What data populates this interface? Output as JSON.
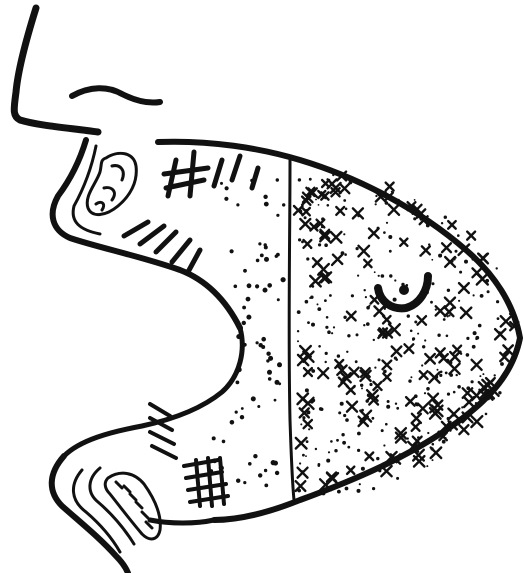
{
  "figure": {
    "background": "#ffffff",
    "ink": "#111111",
    "parts": [
      {
        "id": "face-profile",
        "kind": "outline"
      },
      {
        "id": "upper-lip",
        "kind": "lip"
      },
      {
        "id": "lower-lip",
        "kind": "lip"
      },
      {
        "id": "upper-teeth",
        "kind": "teeth"
      },
      {
        "id": "lower-teeth",
        "kind": "teeth"
      },
      {
        "id": "oral-cavity",
        "kind": "region",
        "texture": "dots"
      },
      {
        "id": "tongue-region",
        "kind": "region",
        "texture": "crosses"
      },
      {
        "id": "crescent-mark",
        "kind": "mark"
      }
    ]
  }
}
